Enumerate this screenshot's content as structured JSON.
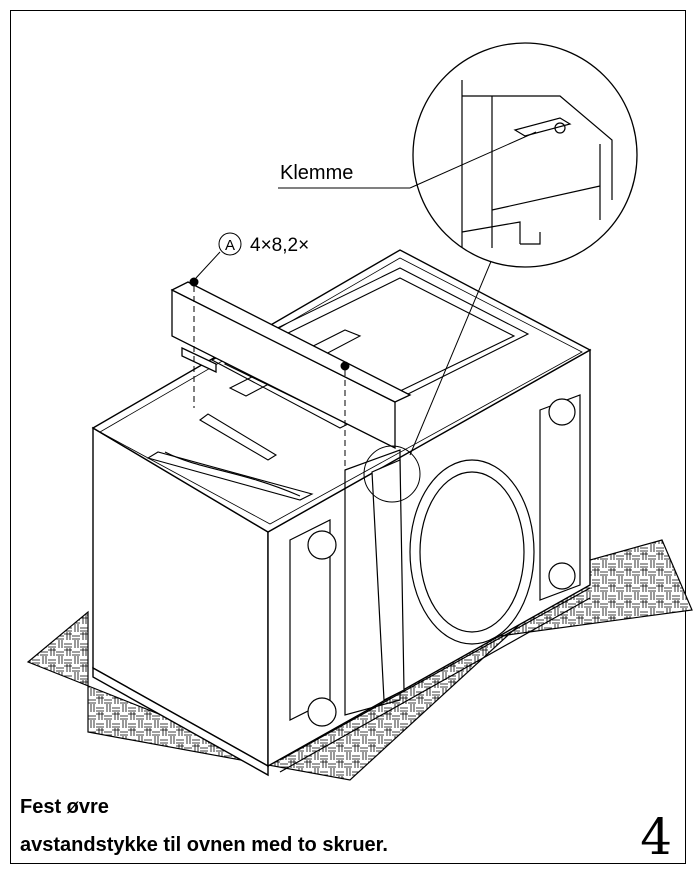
{
  "callout": {
    "part_label": "Klemme",
    "screw_marker": "A",
    "screw_spec": "4×8,2×"
  },
  "caption": {
    "line1": "Fest øvre",
    "line2": "avstandstykke til ovnen med to skruer."
  },
  "page_number": "4"
}
